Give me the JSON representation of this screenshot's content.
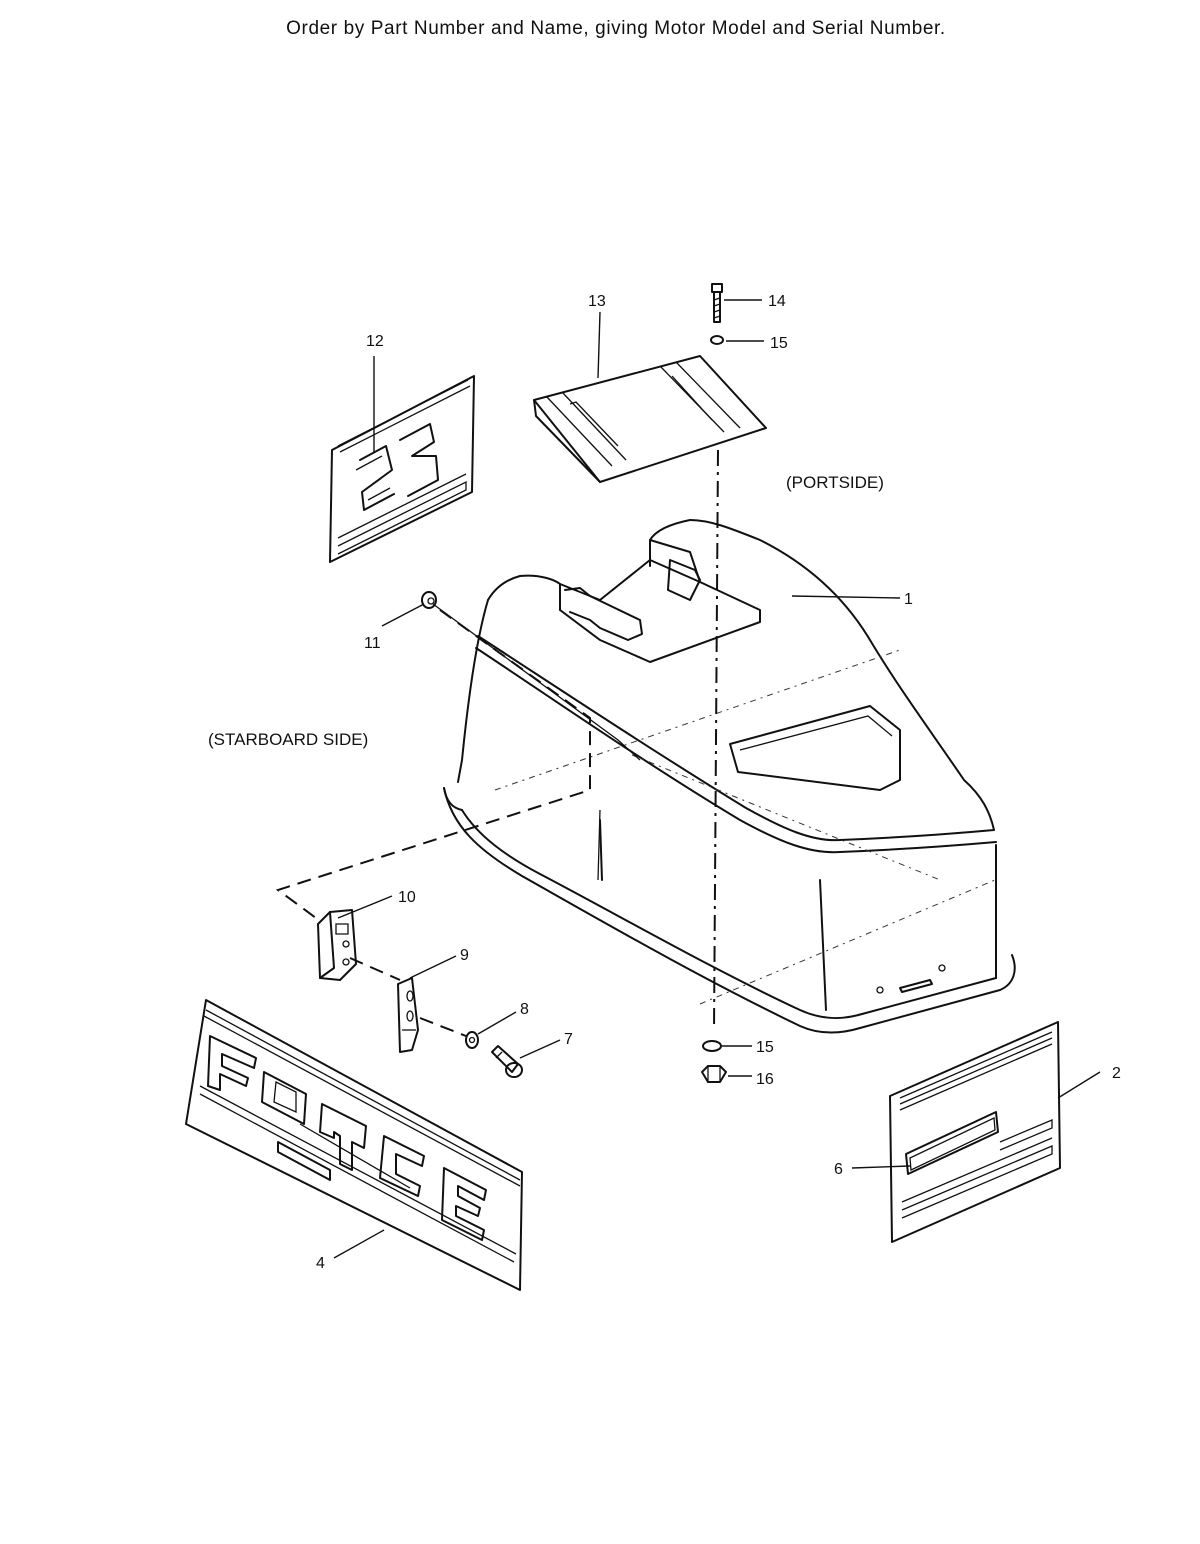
{
  "header": {
    "text": "Order by Part Number and Name, giving Motor Model and Serial Number."
  },
  "views": {
    "portside": "(PORTSIDE)",
    "starboard": "(STARBOARD SIDE)"
  },
  "callouts": [
    {
      "id": "1",
      "part": "cowl"
    },
    {
      "id": "2",
      "part": "portside-decal"
    },
    {
      "id": "4",
      "part": "force-decal"
    },
    {
      "id": "6",
      "part": "force-logo-decal"
    },
    {
      "id": "7",
      "part": "screw"
    },
    {
      "id": "8",
      "part": "washer"
    },
    {
      "id": "9",
      "part": "latch-plate"
    },
    {
      "id": "10",
      "part": "latch-bracket"
    },
    {
      "id": "11",
      "part": "plug"
    },
    {
      "id": "12",
      "part": "model-decal"
    },
    {
      "id": "13",
      "part": "top-cover"
    },
    {
      "id": "14",
      "part": "top-screw"
    },
    {
      "id": "15",
      "part": "top-washer"
    },
    {
      "id": "15b",
      "part": "bottom-washer"
    },
    {
      "id": "16",
      "part": "nut"
    }
  ],
  "labels": {
    "c1": "1",
    "c2": "2",
    "c4": "4",
    "c6": "6",
    "c7": "7",
    "c8": "8",
    "c9": "9",
    "c10": "10",
    "c11": "11",
    "c12": "12",
    "c13": "13",
    "c14": "14",
    "c15a": "15",
    "c15b": "15",
    "c16": "16"
  },
  "decals": {
    "model_number": "23",
    "brand": "FORCE"
  }
}
